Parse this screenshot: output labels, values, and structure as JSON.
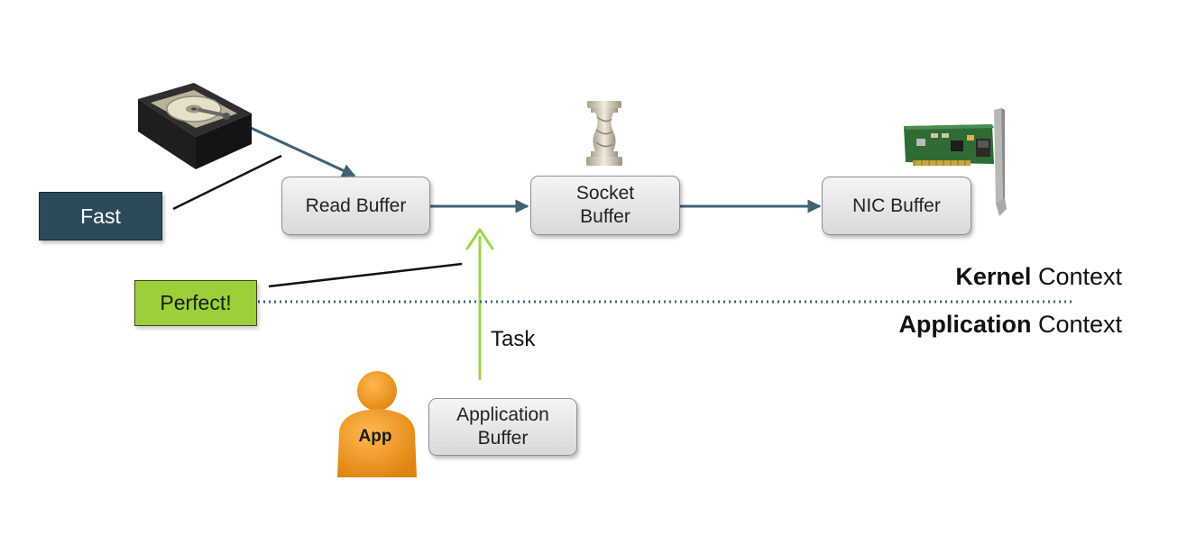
{
  "boxes": {
    "read_buffer": "Read Buffer",
    "socket_buffer_line1": "Socket",
    "socket_buffer_line2": "Buffer",
    "nic_buffer": "NIC Buffer",
    "application_buffer_line1": "Application",
    "application_buffer_line2": "Buffer"
  },
  "callouts": {
    "fast": "Fast",
    "perfect": "Perfect!"
  },
  "contexts": {
    "kernel_bold": "Kernel",
    "kernel_rest": " Context",
    "application_bold": "Application",
    "application_rest": " Context"
  },
  "task_label": "Task",
  "app_figure_label": "App",
  "icons": {
    "disk": "hard-disk-drive-icon",
    "pillar": "pillar-icon",
    "nic": "network-card-icon",
    "user": "app-user-icon"
  },
  "colors": {
    "arrow": "#3e6274",
    "task_arrow": "#9ed44a",
    "fast_box": "#2d4a5b",
    "perfect_box": "#9ccf3a",
    "divider": "#3e6274",
    "app_figure": "#f29a1e"
  }
}
